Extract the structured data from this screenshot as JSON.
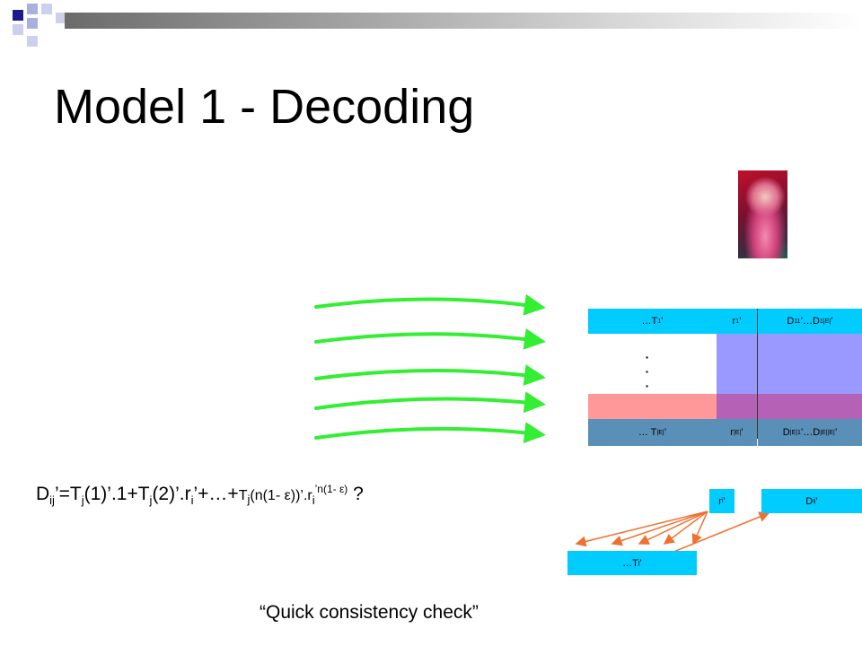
{
  "slide": {
    "title": "Model 1 - Decoding",
    "footer_quote": "“Quick consistency check”"
  },
  "table": {
    "row1": {
      "t_prefix": "…T",
      "t_sub": "1",
      "t_suffix": "’",
      "r_main": "r",
      "r_sub": "1",
      "r_suffix": "’",
      "d1": "D",
      "d1_sub": "11",
      "d_mid": "’…D",
      "d2_sub": "1|E|",
      "d_suffix": "’"
    },
    "rowE": {
      "t_prefix": "… T",
      "t_sub": "|E|",
      "t_suffix": "’",
      "r_main": "r",
      "r_sub": "|E|",
      "r_suffix": "’",
      "d1": "D",
      "d1_sub": "|E|1",
      "d_mid": "’…D",
      "d2_sub": "|E||E|",
      "d_suffix": "’"
    },
    "dots": "·\n·\n·"
  },
  "lower": {
    "ri": {
      "main": "r",
      "sub": "i",
      "suffix": "’"
    },
    "dij": {
      "main": "D",
      "sub": "ij",
      "suffix": "’"
    },
    "tj": {
      "prefix": "…T",
      "sub": "j",
      "suffix": "’"
    }
  },
  "equation": {
    "p1": "D",
    "p1_sub": "ij",
    "p2": "’=T",
    "p2_sub": "j",
    "p3": "(1)’.1+T",
    "p3_sub": "j",
    "p4": "(2)’.r",
    "p4_sub": "i",
    "p5": "’+…+",
    "p6": "T",
    "p6_sub": "j",
    "p7": "(n(1- ε))’.r",
    "p7_sub": "i",
    "p8_sup": "’n(1- ε)",
    "p9": " ?"
  },
  "colors": {
    "cyan": "#00ccff",
    "lavender": "#9999ff",
    "salmon": "#ff9999",
    "plum": "#b561b5",
    "steel": "#5a8fb8",
    "arrow_green": "#33ee33",
    "arrow_orange": "#f07030"
  }
}
